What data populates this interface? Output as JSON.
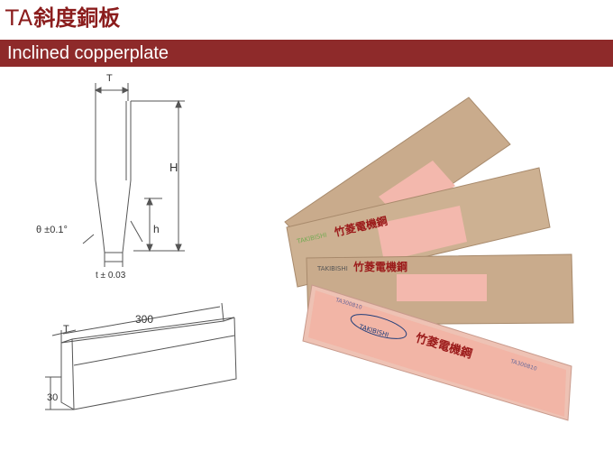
{
  "header": {
    "title_prefix": "TA",
    "title_cjk": "斜度銅板",
    "subtitle": "Inclined copperplate"
  },
  "section_drawing": {
    "t_label": "T",
    "h_label_upper": "H",
    "h_label_lower": "h",
    "theta_label": "θ ±0.1°",
    "tol_label": "t ± 0.03"
  },
  "iso_drawing": {
    "t_label": "T",
    "length_label": "300",
    "height_label": "30"
  },
  "product": {
    "brand": "TAKIBISHI",
    "brand_cjk": "竹菱電機鋼",
    "code": "TA300810"
  },
  "colors": {
    "accent": "#8e2a2a",
    "cardboard": "#c7a98a",
    "copper": "#f0b3a6"
  }
}
